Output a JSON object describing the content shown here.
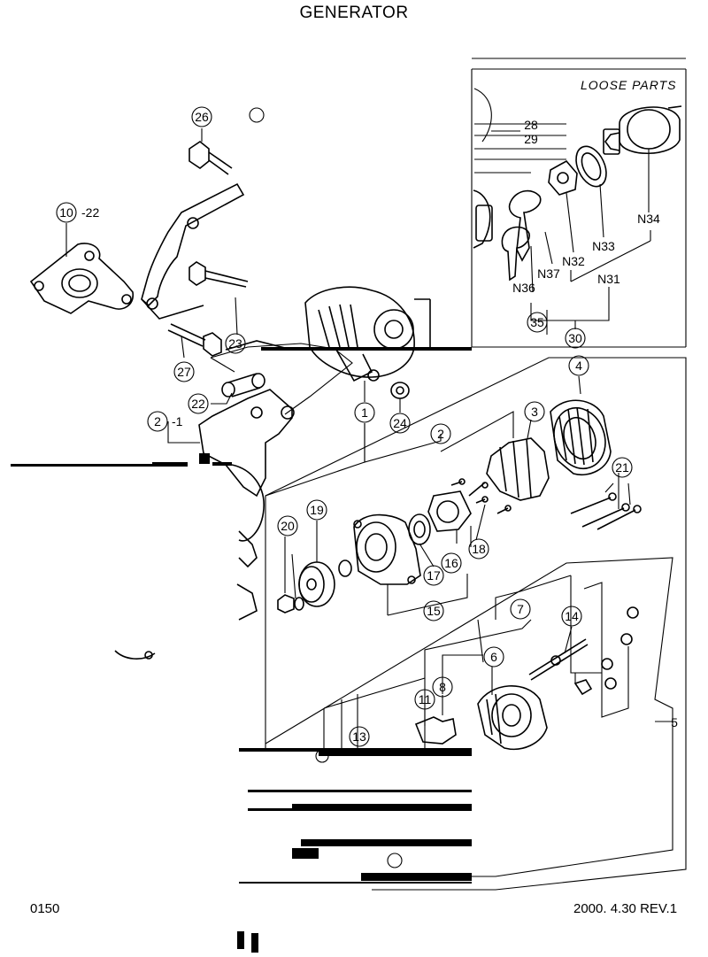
{
  "title": "GENERATOR",
  "page_number": "0150",
  "revision": "2000. 4.30 REV.1",
  "loose_parts_label": "LOOSE PARTS",
  "callouts": {
    "c1": "1",
    "c2": "2",
    "c2r": "2",
    "c2r_suffix": "-1",
    "c3": "3",
    "c4": "4",
    "c5": "5",
    "c6": "6",
    "c7": "7",
    "c8": "8",
    "c10": "10",
    "c10_suffix": "-22",
    "c11": "11",
    "c13": "13",
    "c14": "14",
    "c15": "15",
    "c16": "16",
    "c17": "17",
    "c18": "18",
    "c19": "19",
    "c20": "20",
    "c21": "21",
    "c22": "22",
    "c23": "23",
    "c24": "24",
    "c26": "26",
    "c27": "27",
    "c28": "28",
    "c29": "29",
    "c30": "30",
    "c31": "N31",
    "c32": "N32",
    "c33": "N33",
    "c34": "N34",
    "c35": "35",
    "c36": "N36",
    "c37": "N37"
  }
}
